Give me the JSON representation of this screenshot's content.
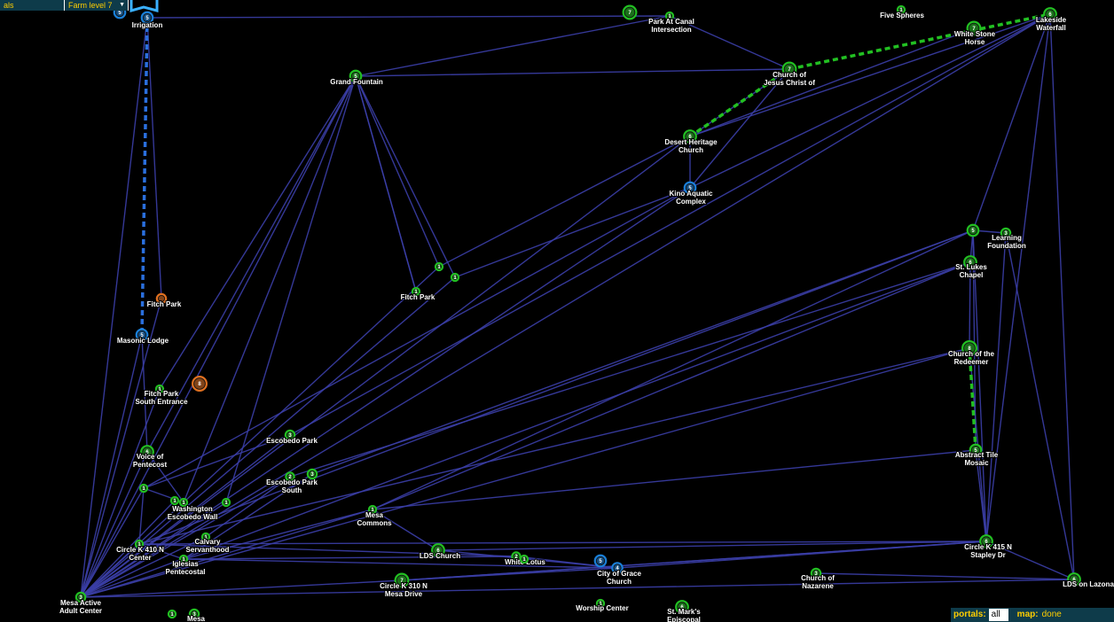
{
  "colors": {
    "background": "#000000",
    "link": "#3b3fa8",
    "enl": "#22c022",
    "res": "#1a7fd8",
    "neutral": "#e07020",
    "bar": "#0e3b4a",
    "bar_text": "#ffce00"
  },
  "topbar": {
    "left_label": "als",
    "farm_label": "Farm level 7"
  },
  "statusbar": {
    "portals_label": "portals:",
    "portals_value": "all",
    "map_label": "map:",
    "map_value": "done"
  },
  "selected_marker_icon": "bookmark-icon",
  "portals": [
    {
      "id": "p0",
      "name": "Irrigation",
      "team": "res",
      "level": "5"
    },
    {
      "id": "p1",
      "name": "Park At Canal Intersection",
      "team": "enl",
      "level": "1"
    },
    {
      "id": "p2",
      "name": "",
      "team": "enl",
      "level": "7"
    },
    {
      "id": "p3",
      "name": "Five Spheres",
      "team": "enl",
      "level": "1"
    },
    {
      "id": "p4",
      "name": "Lakeside Waterfall",
      "team": "enl",
      "level": "6"
    },
    {
      "id": "p5",
      "name": "White Stone Horse",
      "team": "enl",
      "level": "7"
    },
    {
      "id": "p6",
      "name": "Church of Jesus Christ of",
      "team": "enl",
      "level": "7"
    },
    {
      "id": "p7",
      "name": "Grand Fountain",
      "team": "enl",
      "level": "5"
    },
    {
      "id": "p8",
      "name": "Desert Heritage Church",
      "team": "enl",
      "level": "6"
    },
    {
      "id": "p9",
      "name": "Kino Aquatic Complex",
      "team": "res",
      "level": "5"
    },
    {
      "id": "p10",
      "name": "Learning Foundation",
      "team": "enl",
      "level": "3"
    },
    {
      "id": "p11",
      "name": "",
      "team": "enl",
      "level": "5"
    },
    {
      "id": "p12",
      "name": "St. Lukes Chapel",
      "team": "enl",
      "level": "6"
    },
    {
      "id": "p13",
      "name": "Fitch Park",
      "team": "neu",
      "level": ""
    },
    {
      "id": "p14",
      "name": "Fitch Park",
      "team": "enl",
      "level": "1"
    },
    {
      "id": "p15",
      "name": "",
      "team": "enl",
      "level": "1"
    },
    {
      "id": "p16",
      "name": "",
      "team": "enl",
      "level": "1"
    },
    {
      "id": "p17",
      "name": "Masonic Lodge",
      "team": "res",
      "level": "5"
    },
    {
      "id": "p18",
      "name": "Church of the Redeemer",
      "team": "enl",
      "level": "8"
    },
    {
      "id": "p19",
      "name": "Fitch Park South Entrance",
      "team": "enl",
      "level": "1"
    },
    {
      "id": "p20",
      "name": "",
      "team": "neu",
      "level": "8"
    },
    {
      "id": "p21",
      "name": "Escobedo Park",
      "team": "enl",
      "level": "3"
    },
    {
      "id": "p22",
      "name": "Voice of Pentecost",
      "team": "enl",
      "level": "6"
    },
    {
      "id": "p23",
      "name": "Abstract Tile Mosaic",
      "team": "enl",
      "level": "5"
    },
    {
      "id": "p24",
      "name": "Escobedo Park South",
      "team": "enl",
      "level": "2"
    },
    {
      "id": "p25",
      "name": "",
      "team": "enl",
      "level": "3"
    },
    {
      "id": "p26",
      "name": "",
      "team": "enl",
      "level": "1"
    },
    {
      "id": "p27",
      "name": "",
      "team": "enl",
      "level": "1"
    },
    {
      "id": "p28",
      "name": "Washington Escobedo Wall",
      "team": "enl",
      "level": "1"
    },
    {
      "id": "p29",
      "name": "",
      "team": "enl",
      "level": "1"
    },
    {
      "id": "p30",
      "name": "Mesa Commons",
      "team": "enl",
      "level": "1"
    },
    {
      "id": "p31",
      "name": "Calvary Servanthood",
      "team": "enl",
      "level": "1"
    },
    {
      "id": "p32",
      "name": "Circle K 410 N Center",
      "team": "enl",
      "level": "1"
    },
    {
      "id": "p33",
      "name": "Circle K 415 N Stapley Dr",
      "team": "enl",
      "level": "6"
    },
    {
      "id": "p34",
      "name": "LDS Church",
      "team": "enl",
      "level": "6"
    },
    {
      "id": "p35",
      "name": "White Lotus",
      "team": "enl",
      "level": "2"
    },
    {
      "id": "p36",
      "name": "",
      "team": "enl",
      "level": "1"
    },
    {
      "id": "p37",
      "name": "Iglesias Pentecostal",
      "team": "enl",
      "level": "1"
    },
    {
      "id": "p38",
      "name": "",
      "team": "res",
      "level": "5"
    },
    {
      "id": "p39",
      "name": "City of Grace Church",
      "team": "res",
      "level": "4"
    },
    {
      "id": "p40",
      "name": "Church of Nazarene",
      "team": "enl",
      "level": "3"
    },
    {
      "id": "p41",
      "name": "Circle K 310 N Mesa Drive",
      "team": "enl",
      "level": "7"
    },
    {
      "id": "p42",
      "name": "LDS on Lazona",
      "team": "enl",
      "level": "6"
    },
    {
      "id": "p43",
      "name": "Mesa Active Adult Center",
      "team": "enl",
      "level": "3"
    },
    {
      "id": "p44",
      "name": "Worship Center",
      "team": "enl",
      "level": "1"
    },
    {
      "id": "p45",
      "name": "St. Mark's Episcopal",
      "team": "enl",
      "level": "6"
    },
    {
      "id": "p46",
      "name": "",
      "team": "enl",
      "level": "1"
    },
    {
      "id": "p47",
      "name": "Mesa",
      "team": "enl",
      "level": "3"
    },
    {
      "id": "p48",
      "name": "",
      "team": "res",
      "level": "5"
    }
  ]
}
